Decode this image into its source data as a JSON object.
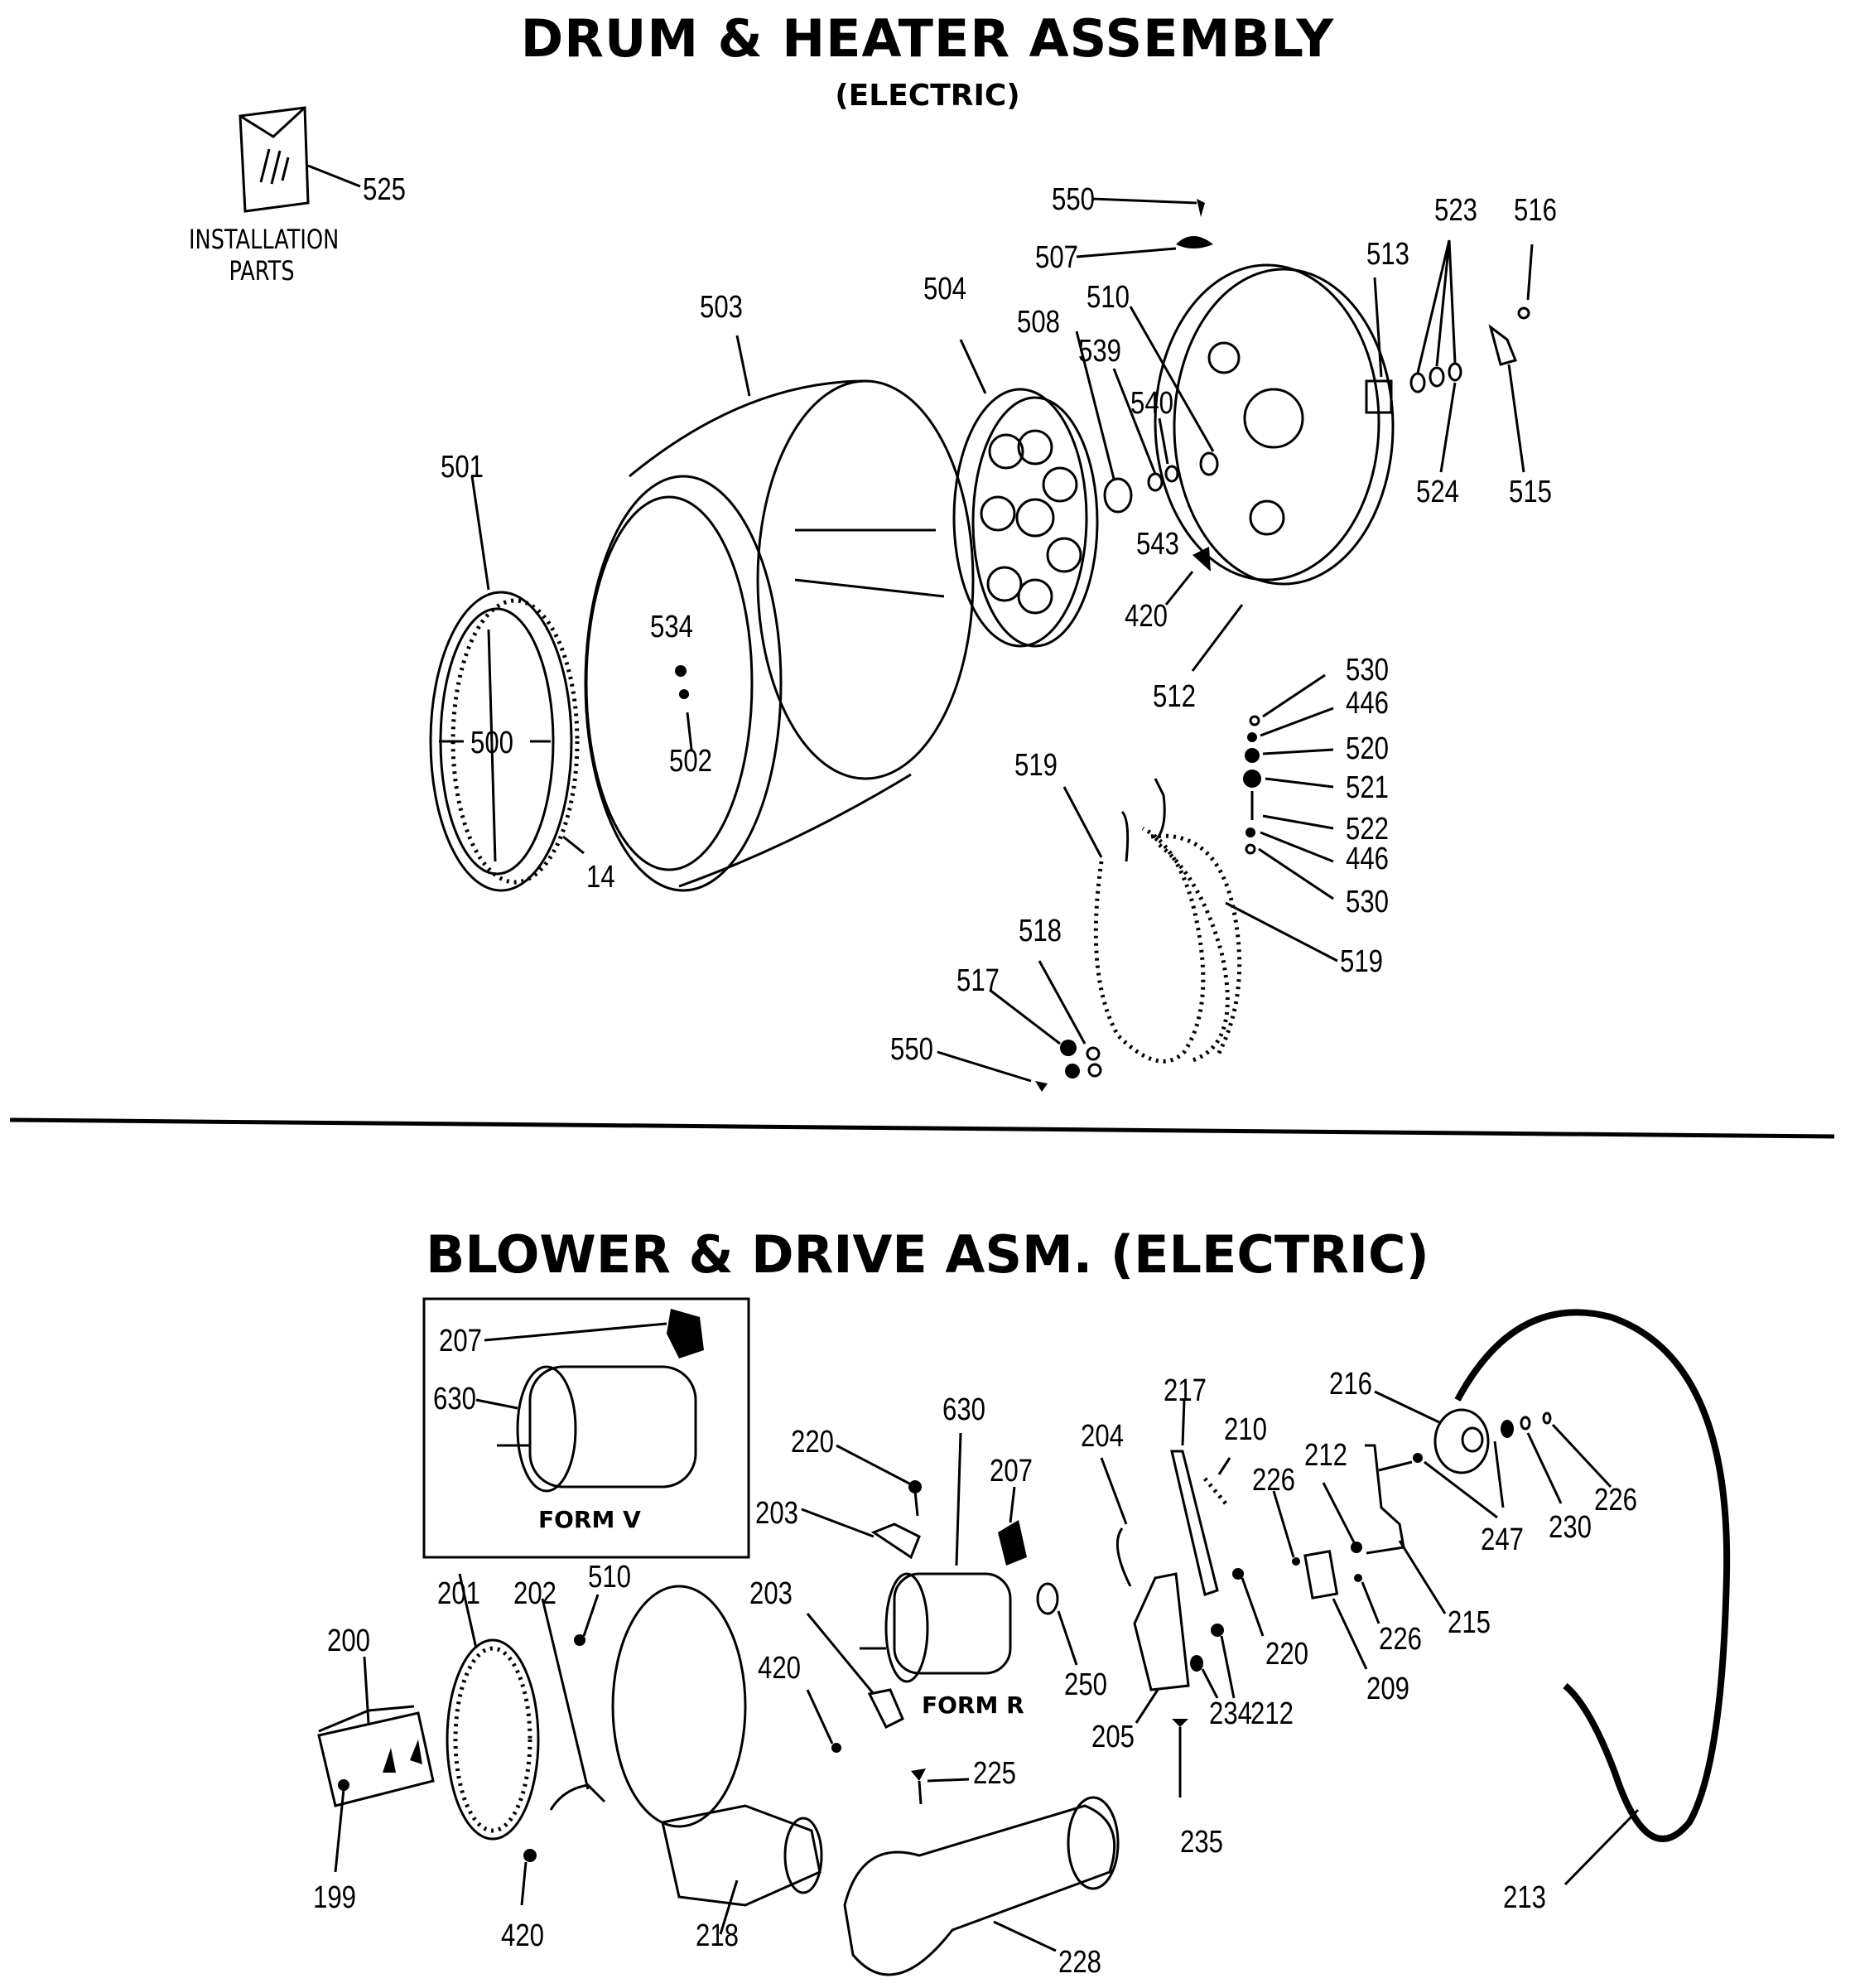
{
  "titles": {
    "top": "DRUM & HEATER ASSEMBLY",
    "top_sub": "(ELECTRIC)",
    "bottom": "BLOWER & DRIVE ASM.  (ELECTRIC)"
  },
  "install": {
    "line1": "INSTALLATION",
    "line2": "PARTS"
  },
  "forms": {
    "v": "FORM V",
    "r": "FORM R"
  },
  "labels": {
    "l525": "525",
    "l550a": "550",
    "l507": "507",
    "l523": "523",
    "l516": "516",
    "l513": "513",
    "l503": "503",
    "l504": "504",
    "l508": "508",
    "l510a": "510",
    "l539": "539",
    "l540": "540",
    "l501": "501",
    "l543": "543",
    "l524": "524",
    "l515": "515",
    "l420a": "420",
    "l534": "534",
    "l512": "512",
    "l530a": "530",
    "l446a": "446",
    "l520": "520",
    "l521": "521",
    "l519a": "519",
    "l522": "522",
    "l446b": "446",
    "l530b": "530",
    "l500": "500",
    "l502": "502",
    "l14": "14",
    "l519b": "519",
    "l518": "518",
    "l517": "517",
    "l550b": "550",
    "l207a": "207",
    "l630a": "630",
    "l630b": "630",
    "l220a": "220",
    "l207b": "207",
    "l204": "204",
    "l217": "217",
    "l210": "210",
    "l216": "216",
    "l226a": "226",
    "l212a": "212",
    "l203a": "203",
    "l247": "247",
    "l230": "230",
    "l226b": "226",
    "l200": "200",
    "l201": "201",
    "l202": "202",
    "l510b": "510",
    "l203b": "203",
    "l420b": "420",
    "l250": "250",
    "l205": "205",
    "l234": "234",
    "l212b": "212",
    "l220b": "220",
    "l226c": "226",
    "l209": "209",
    "l215": "215",
    "l225": "225",
    "l235": "235",
    "l199": "199",
    "l420c": "420",
    "l218": "218",
    "l213": "213",
    "l228": "228"
  }
}
